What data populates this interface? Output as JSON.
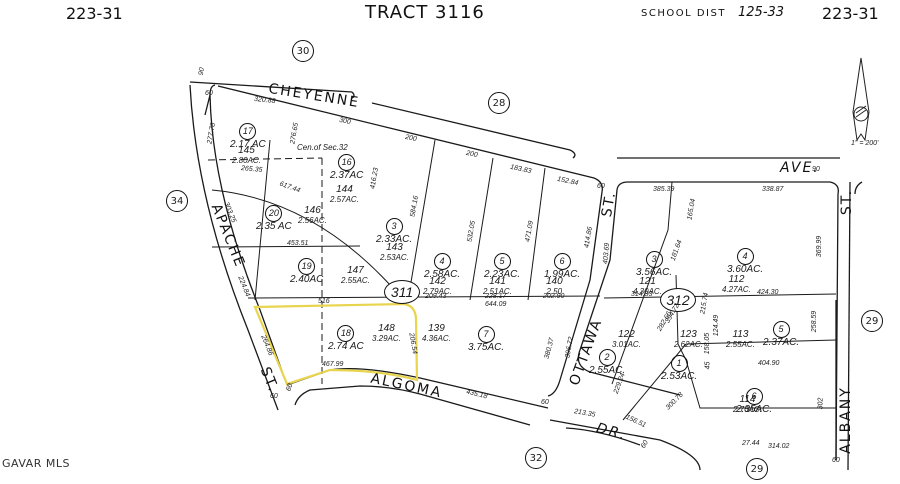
{
  "header": {
    "page_left": "223-31",
    "title": "TRACT 3116",
    "school_dist_label": "SCHOOL DIST",
    "school_dist_value": "125-33",
    "page_right": "223-31"
  },
  "north_arrow": {
    "scale": "1\" = 200'"
  },
  "watermark": "GAVAR MLS",
  "adjacent_pages": [
    {
      "id": "30"
    },
    {
      "id": "28"
    },
    {
      "id": "34"
    },
    {
      "id": "32"
    },
    {
      "id": "29a"
    },
    {
      "id": "29b"
    }
  ],
  "adjacent_labels": {
    "p30": "30",
    "p28": "28",
    "p34": "34",
    "p32": "32",
    "p29_right": "29",
    "p29_bottom": "29"
  },
  "streets": {
    "cheyenne": "CHEYENNE",
    "ave": "AVE.",
    "apache": "APACHE",
    "apache_st": "ST.",
    "algoma": "ALGOMA",
    "ottawa": "OTTAWA",
    "ottawa_st": "ST.",
    "dr": "DR.",
    "albany": "ALBANY",
    "albany_st": "ST."
  },
  "blocks": {
    "b311": "311",
    "b312": "312"
  },
  "lots": {
    "l17": {
      "num": "17",
      "ac": "2.17 AC"
    },
    "l16": {
      "num": "16",
      "ac": "2.37AC"
    },
    "l20": {
      "num": "20",
      "ac": "2.35 AC"
    },
    "l19": {
      "num": "19",
      "ac": "2.40AC"
    },
    "l18": {
      "num": "18",
      "ac": "2.74 AC"
    },
    "l3w": {
      "num": "3",
      "ac": "2.33AC."
    },
    "l4w": {
      "num": "4",
      "ac": "2.58AC."
    },
    "l5w": {
      "num": "5",
      "ac": "2.23AC."
    },
    "l6w": {
      "num": "6",
      "ac": "1.99AC."
    },
    "l7w": {
      "num": "7",
      "ac": "3.75AC."
    },
    "l3e": {
      "num": "3",
      "ac": "3.56AC."
    },
    "l4e": {
      "num": "4",
      "ac": "3.60AC."
    },
    "l5e": {
      "num": "5",
      "ac": "2.37AC."
    },
    "l2e": {
      "num": "2",
      "ac": "2.55AC."
    },
    "l1e": {
      "num": "1",
      "ac": "2.53AC."
    },
    "l6e": {
      "num": "6",
      "ac": "2.35AC."
    }
  },
  "parcels": {
    "p145": {
      "num": "145",
      "ac": "2.80AC."
    },
    "p144": {
      "num": "144",
      "ac": "2.57AC."
    },
    "p146": {
      "num": "146",
      "ac": "2.56AC."
    },
    "p143": {
      "num": "143",
      "ac": "2.53AC."
    },
    "p147": {
      "num": "147",
      "ac": "2.55AC."
    },
    "p142": {
      "num": "142",
      "ac": "2.79AC."
    },
    "p141": {
      "num": "141",
      "ac": "2.51AC."
    },
    "p140": {
      "num": "140",
      "ac": "2.50"
    },
    "p148": {
      "num": "148",
      "ac": "3.29AC."
    },
    "p139": {
      "num": "139",
      "ac": "4.36AC."
    },
    "p121": {
      "num": "121",
      "ac": "4.30AC."
    },
    "p112": {
      "num": "112",
      "ac": "4.27AC."
    },
    "p122": {
      "num": "122",
      "ac": "3.01AC."
    },
    "p123": {
      "num": "123",
      "ac": "2.62AC."
    },
    "p113": {
      "num": "113",
      "ac": "2.55AC."
    },
    "p114": {
      "num": "114",
      "ac": "2.76AC."
    }
  },
  "annotations": {
    "center_of_section": "Cen.of Sec.32"
  },
  "dimensions": {
    "d1": "320.88",
    "d2": "300",
    "d3": "200",
    "d4": "200",
    "d5": "183.83",
    "d6": "152.84",
    "d7": "277.78",
    "d8": "276.65",
    "d9": "265.35",
    "d10": "617.44",
    "d11": "416.23",
    "d12": "584.16",
    "d13": "532.05",
    "d14": "471.09",
    "d15": "414.86",
    "d16": "303.25",
    "d17": "453.51",
    "d18": "224.84",
    "d19": "516",
    "d20": "209.43",
    "d21": "228.17",
    "d22": "644.09",
    "d23": "202.90",
    "d24": "264.86",
    "d25": "467.99",
    "d26": "206.54",
    "d27": "435.18",
    "d28": "380.37",
    "d29": "385.39",
    "d30": "338.87",
    "d31": "403.69",
    "d32": "165.04",
    "d33": "181.64",
    "d34": "314.33",
    "d35": "424.30",
    "d36": "369.99",
    "d37": "396.72",
    "d38": "258.59",
    "d39": "404.90",
    "d40": "213.35",
    "d41": "229.24",
    "d42": "156.51",
    "d43": "300.78",
    "d44": "27.44",
    "d45": "314.02",
    "d46": "302",
    "d47": "60",
    "d48": "45",
    "d49": "158.05",
    "d50": "124.49",
    "d51": "215.74",
    "d52": "282.66",
    "d53": "394.72",
    "d54": "60",
    "d55": "60",
    "d56": "60",
    "d57": "60",
    "d58": "60",
    "d59": "60",
    "d60": "90",
    "d61": "90"
  }
}
